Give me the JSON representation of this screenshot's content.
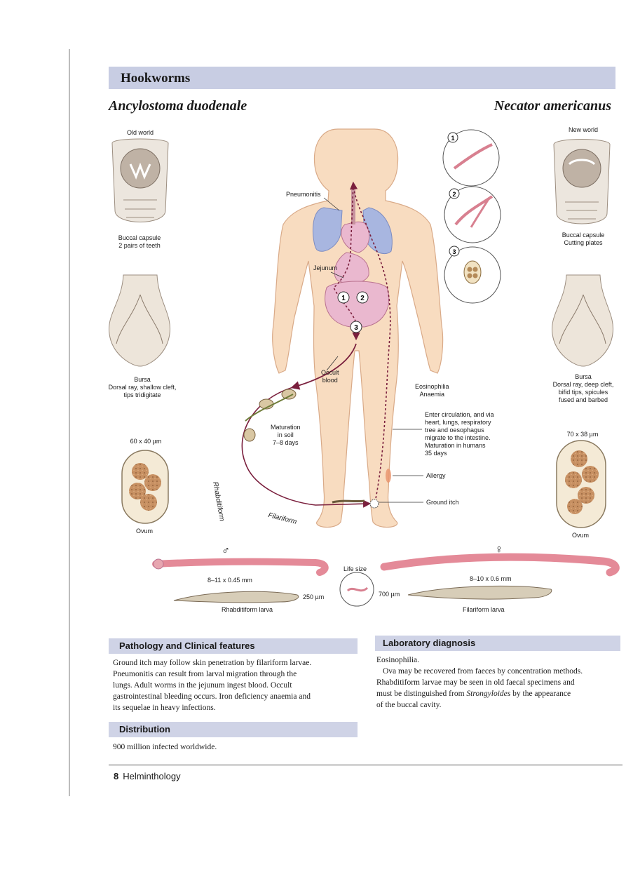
{
  "header": {
    "title": "Hookworms"
  },
  "species": {
    "left": "Ancylostoma  duodenale",
    "right": "Necator americanus"
  },
  "left": {
    "region": "Old world",
    "buccal": "Buccal capsule\n2 pairs of teeth",
    "bursa": "Bursa\nDorsal ray, shallow cleft,\ntips tridigitate",
    "egg_size": "60 x 40 µm",
    "ovum": "Ovum"
  },
  "right": {
    "region": "New world",
    "buccal": "Buccal capsule\nCutting plates",
    "bursa": "Bursa\nDorsal ray, deep cleft,\nbifid tips, spicules\nfused and barbed",
    "egg_size": "70 x 38 µm",
    "ovum": "Ovum"
  },
  "body": {
    "pneumonitis": "Pneumonitis",
    "jejunum": "Jejunum",
    "occult": "Occult\nblood",
    "eosinophilia": "Eosinophilia\nAnaemia",
    "enter": "Enter circulation, and via\nheart, lungs, respiratory\ntree and oesophagus\nmigrate to the intestine.\nMaturation in humans\n35 days",
    "allergy": "Allergy",
    "ground_itch": "Ground itch",
    "maturation": "Maturation\nin soil\n7–8 days",
    "rhabditiform": "Rhabditiform",
    "filariform": "Filariform",
    "step1": "1",
    "step2": "2",
    "step3": "3"
  },
  "worms": {
    "male_symbol": "♂",
    "female_symbol": "♀",
    "male_size": "8–11 x 0.45 mm",
    "female_size": "8–10 x 0.6 mm",
    "life_size": "Life size",
    "rhab_len": "250 µm",
    "fil_len": "700 µm",
    "rhab_label": "Rhabditiform larva",
    "fil_label": "Filariform larva"
  },
  "pathology": {
    "title": "Pathology and Clinical features",
    "lines": [
      "Ground itch may follow skin penetration by filariform larvae.",
      "Pneumonitis can result from larval migration through the",
      "lungs. Adult worms in the jejunum ingest blood. Occult",
      "gastrointestinal bleeding occurs. Iron deficiency anaemia and",
      "its sequelae in heavy infections."
    ]
  },
  "distribution": {
    "title": "Distribution",
    "text": "900 million infected worldwide."
  },
  "laboratory": {
    "title": "Laboratory diagnosis",
    "l1": "Eosinophilia.",
    "l2": "Ova may be recovered from faeces by concentration methods.",
    "l3": "Rhabditiform larvae may be seen in old faecal specimens and",
    "l4a": "must be distinguished from ",
    "l4b": "Strongyloides",
    "l4c": " by the appearance",
    "l5": "of the buccal cavity."
  },
  "footer": {
    "page": "8",
    "section": "Helminthology"
  },
  "colors": {
    "header_bar": "#c8cde3",
    "skin": "#f8dcc0",
    "lung": "#a8b6e0",
    "gut": "#eab8cf",
    "worm": "#e48a98"
  }
}
